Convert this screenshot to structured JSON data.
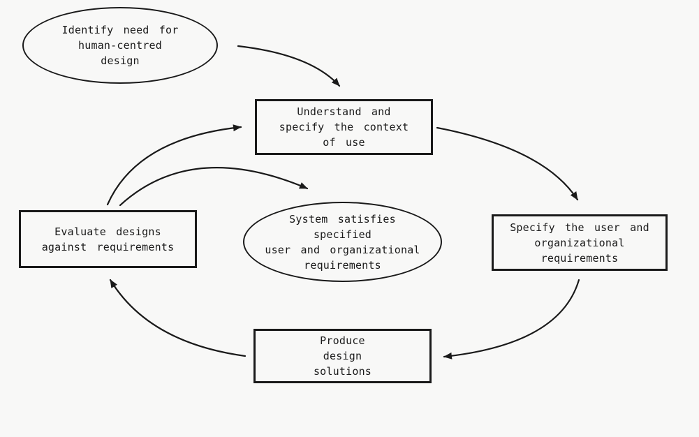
{
  "diagram_type": "cycle-flowchart",
  "colors": {
    "ink": "#1a1a1a",
    "background": "#f8f8f7"
  },
  "nodes": {
    "identify": {
      "shape": "ellipse",
      "label": "Identify need for\nhuman-centred\ndesign"
    },
    "understand": {
      "shape": "rect",
      "label": "Understand and\nspecify the context\nof use"
    },
    "specify": {
      "shape": "rect",
      "label": "Specify the user and\norganizational\nrequirements"
    },
    "system": {
      "shape": "ellipse",
      "label": "System satisfies\nspecified\nuser and organizational\nrequirements"
    },
    "evaluate": {
      "shape": "rect",
      "label": "Evaluate designs\nagainst requirements"
    },
    "produce": {
      "shape": "rect",
      "label": "Produce\ndesign\nsolutions"
    }
  },
  "edges": [
    {
      "from": "identify",
      "to": "understand"
    },
    {
      "from": "understand",
      "to": "specify"
    },
    {
      "from": "specify",
      "to": "produce"
    },
    {
      "from": "produce",
      "to": "evaluate"
    },
    {
      "from": "evaluate",
      "to": "understand"
    },
    {
      "from": "evaluate",
      "to": "system"
    }
  ]
}
